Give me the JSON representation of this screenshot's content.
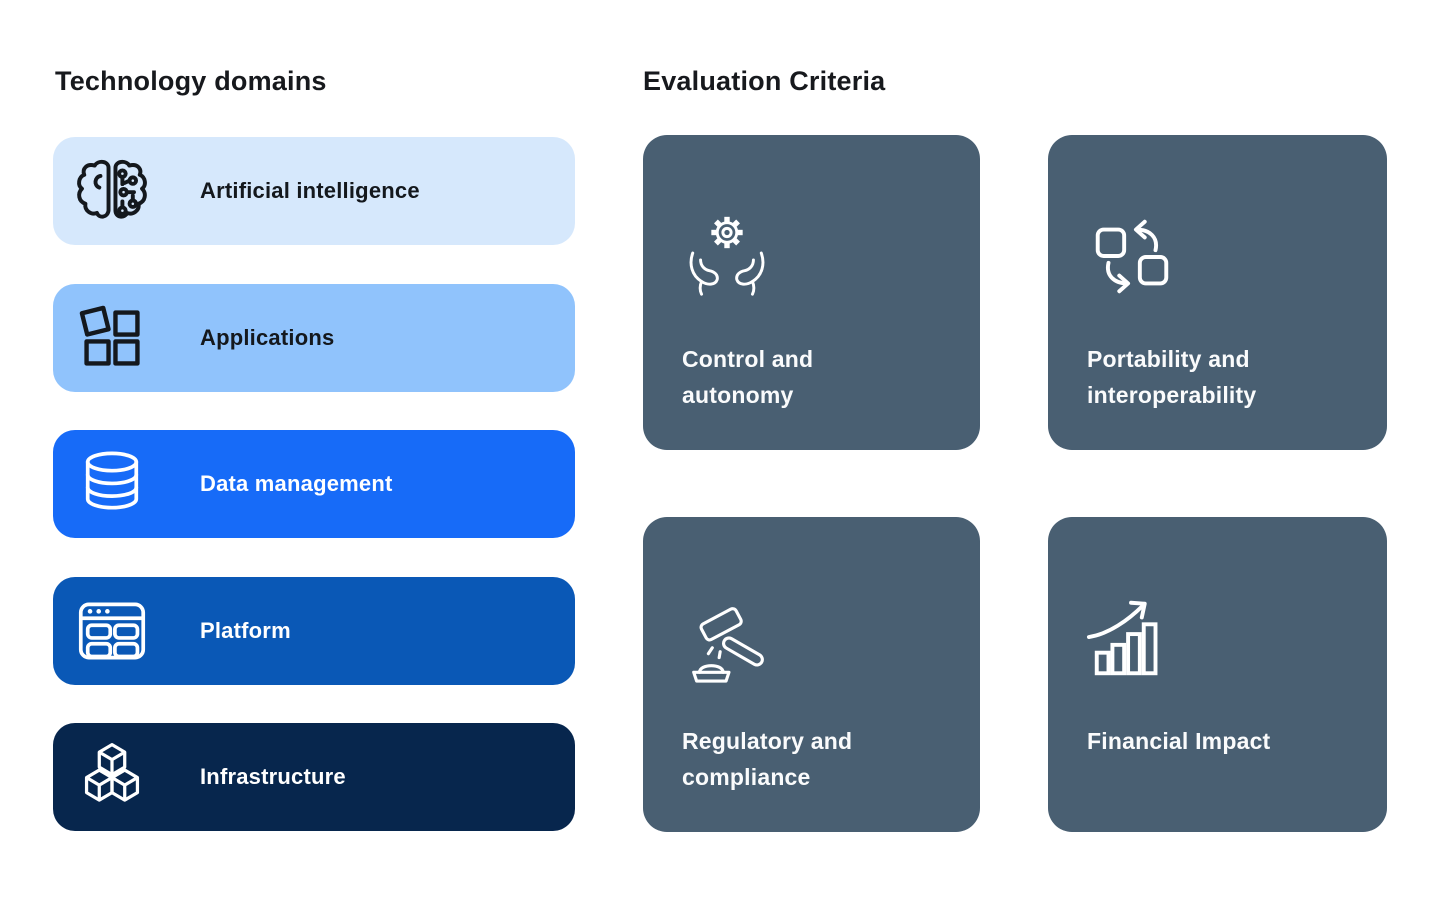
{
  "left_panel": {
    "title": "Technology domains",
    "items": [
      {
        "label": "Artificial intelligence",
        "icon": "brain-icon",
        "bg": "#d6e8fc",
        "text_color": "#14181d"
      },
      {
        "label": "Applications",
        "icon": "app-squares-icon",
        "bg": "#90c3fc",
        "text_color": "#14181d"
      },
      {
        "label": "Data management",
        "icon": "database-icon",
        "bg": "#176bf8",
        "text_color": "#ffffff"
      },
      {
        "label": "Platform",
        "icon": "browser-window-icon",
        "bg": "#0a58b6",
        "text_color": "#ffffff"
      },
      {
        "label": "Infrastructure",
        "icon": "cubes-icon",
        "bg": "#07264d",
        "text_color": "#ffffff"
      }
    ]
  },
  "right_panel": {
    "title": "Evaluation Criteria",
    "card_bg": "#495f72",
    "card_text_color": "#ffffff",
    "cards": [
      {
        "label": "Control and autonomy",
        "icon": "hands-gear-icon"
      },
      {
        "label": "Portability and interoperability",
        "icon": "swap-squares-icon"
      },
      {
        "label": "Regulatory and compliance",
        "icon": "gavel-icon"
      },
      {
        "label": "Financial Impact",
        "icon": "bar-chart-growth-icon"
      }
    ]
  }
}
